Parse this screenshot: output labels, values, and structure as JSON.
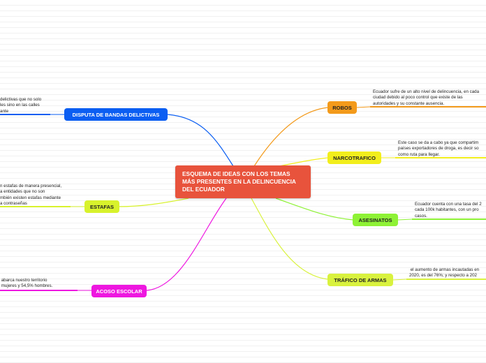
{
  "central": {
    "title": "ESQUEMA DE IDEAS CON LOS TEMAS MÁS PRESENTES EN LA DELINCUENCIA DEL ECUADOR"
  },
  "branches": {
    "robos": {
      "label": "ROBOS",
      "color": "#f39a1b",
      "text": "Ecuador sufre de un alto nivel de delincuencia, en cada\nciudad debido al poco control que existe de las\nautoridades y su constante ausencia."
    },
    "narcotrafico": {
      "label": "NARCOTRAFICO",
      "color": "#f2ee1c",
      "text": "Este caso se da a cabo ya que compartim\npaíses exportadores de droga, es decir so\ncomo ruta para llegar."
    },
    "asesinatos": {
      "label": "ASESINATOS",
      "color": "#8ef235",
      "text": "Ecuador cuenta con una tasa del 2\ncada 100k habitantes, con un pro\ncasos."
    },
    "trafico_armas": {
      "label": "TRÁFICO DE ARMAS",
      "color": "#d9f23e",
      "text": " el aumento de armas incautadas en\n2020, es del 76%; y respecto a 202"
    },
    "bandas": {
      "label": "DISPUTA DE BANDAS DELICTIVAS",
      "color": "#0b5ef2",
      "text": "delictivas que no solo\nles sino en las calles\nante"
    },
    "estafas": {
      "label": "ESTAFAS",
      "color": "#d8f22c",
      "text": "n estafas de manera presencial,\na entidades que no son\nmbién existen estafas mediante\na contraseñas"
    },
    "acoso": {
      "label": "ACOSO ESCOLAR",
      "color": "#ee17e0",
      "text": " abarca nuestro territorio\n mujeres y 54,5% hombres."
    }
  }
}
